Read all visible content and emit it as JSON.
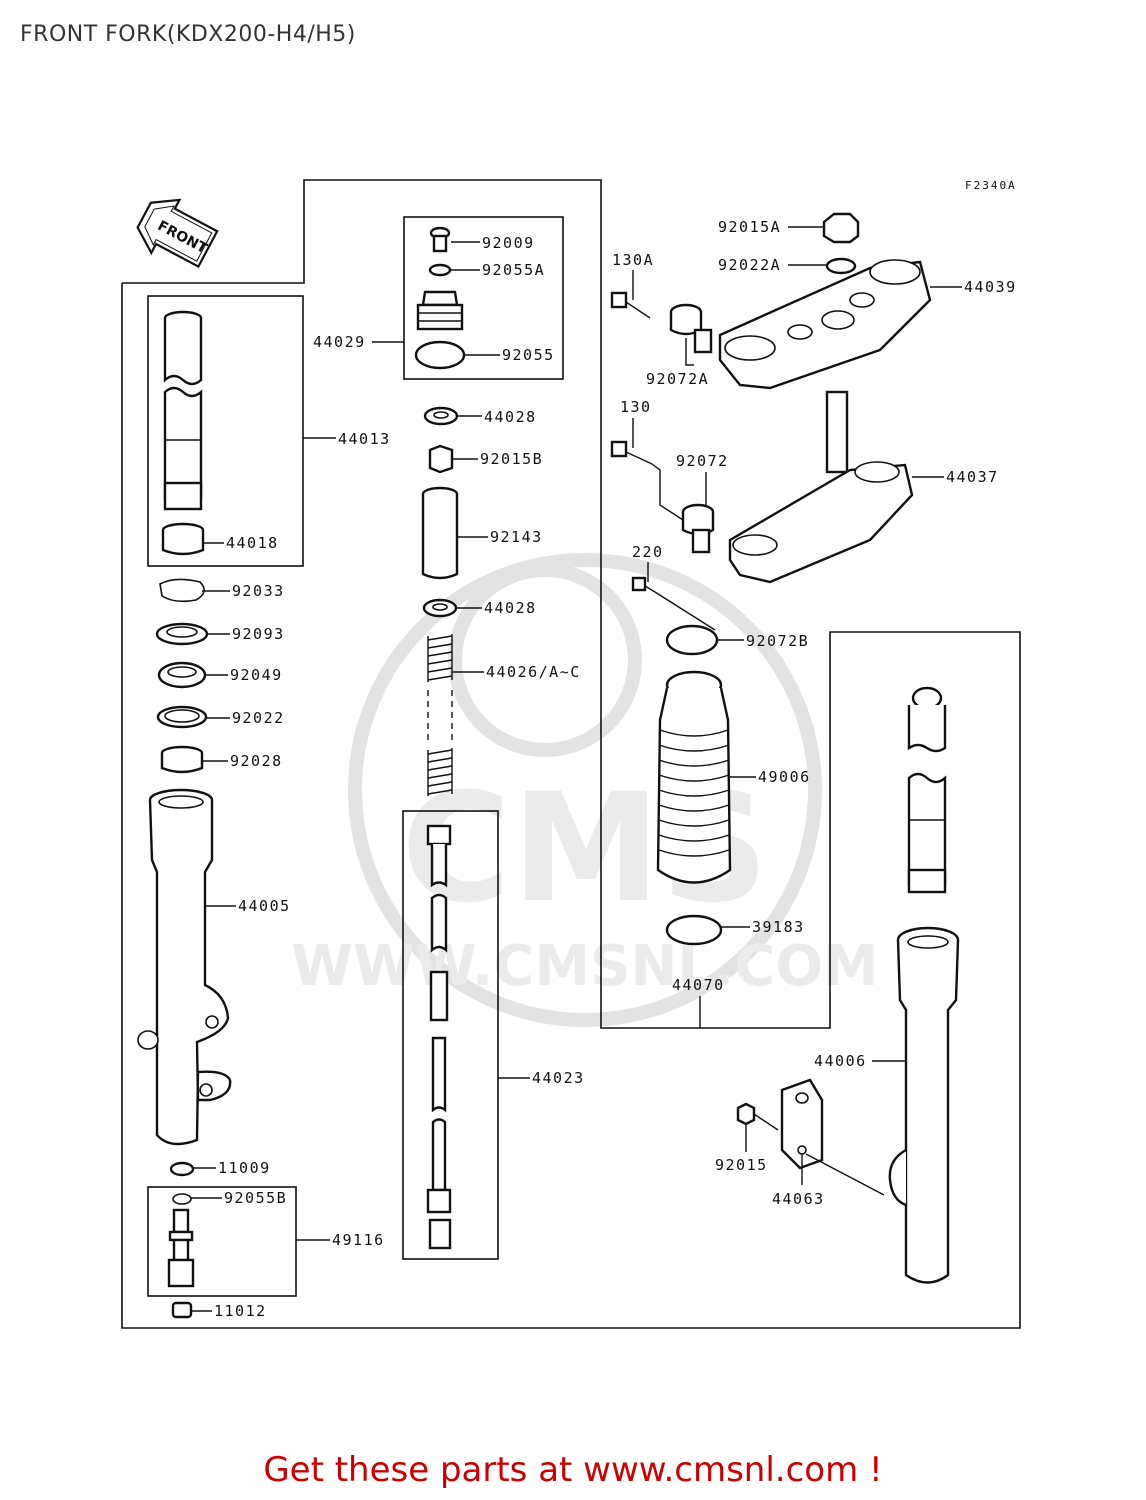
{
  "header": {
    "title": "FRONT FORK(KDX200-H4/H5)"
  },
  "diagram": {
    "code": "F2340A",
    "front_arrow_label": "FRONT",
    "watermark_text": "WWW.CMSNL.COM",
    "watermark_logo": "CMS",
    "labels": {
      "p92009": "92009",
      "p92055A": "92055A",
      "p44029": "44029",
      "p92055": "92055",
      "p44028a": "44028",
      "p92015B": "92015B",
      "p92143": "92143",
      "p44028b": "44028",
      "p44026": "44026/A~C",
      "p44013": "44013",
      "p44018": "44018",
      "p92033": "92033",
      "p92093": "92093",
      "p92049": "92049",
      "p92022": "92022",
      "p92028": "92028",
      "p44005": "44005",
      "p11009": "11009",
      "p92055B": "92055B",
      "p49116": "49116",
      "p11012": "11012",
      "p44023": "44023",
      "p92015A": "92015A",
      "p92022A": "92022A",
      "p130A": "130A",
      "p44039": "44039",
      "p92072A": "92072A",
      "p130": "130",
      "p92072": "92072",
      "p44037": "44037",
      "p220": "220",
      "p92072B": "92072B",
      "p49006": "49006",
      "p39183": "39183",
      "p44070": "44070",
      "p44006": "44006",
      "p92015": "92015",
      "p44063": "44063"
    }
  },
  "footer": {
    "cta": "Get these parts at www.cmsnl.com !"
  },
  "colors": {
    "cta": "#cc0000",
    "line": "#111111",
    "watermark": "#e6e6e6"
  }
}
